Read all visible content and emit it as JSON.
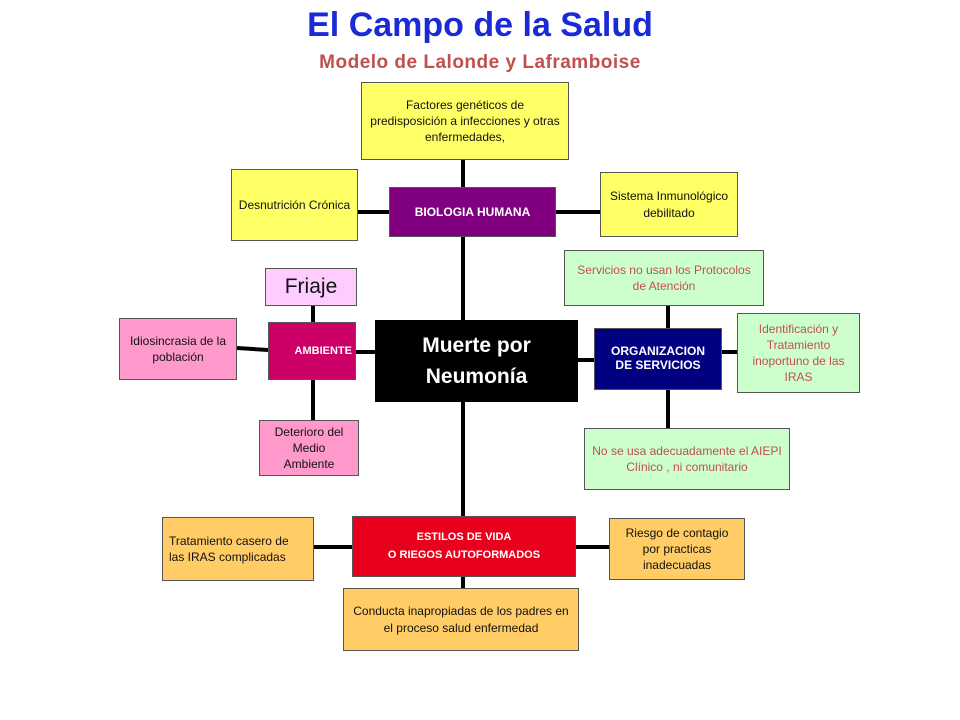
{
  "header": {
    "title": "El Campo de la Salud",
    "subtitle": "Modelo de Lalonde y Laframboise"
  },
  "center": {
    "line1": "Muerte por",
    "line2": "Neumonía"
  },
  "biologia": {
    "label": "BIOLOGIA HUMANA",
    "factores": "Factores genéticos de predisposición a infecciones y otras enfermedades,",
    "desnutricion": "Desnutrición Crónica",
    "sistema": "Sistema Inmunológico debilitado"
  },
  "ambiente": {
    "label": "AMBIENTE",
    "friaje": "Friaje",
    "idiosincrasia": "Idiosincrasia de la población",
    "deterioro": "Deterioro del Medio Ambiente"
  },
  "organizacion": {
    "line1": "ORGANIZACION",
    "line2": "DE SERVICIOS",
    "servicios": "Servicios no usan los Protocolos de Atención",
    "identificacion": "Identificación y Tratamiento inoportuno de las IRAS",
    "aiepi": "No se usa adecuadamente el AIEPI Clínico , ni comunitario"
  },
  "estilos": {
    "line1": "ESTILOS DE VIDA",
    "line2": "O RIEGOS AUTOFORMADOS",
    "tratamiento": "Tratamiento casero de las IRAS complicadas",
    "riesgo": "Riesgo de contagio por practicas inadecuadas",
    "conducta": "Conducta inapropiadas de los padres en el proceso salud enfermedad"
  },
  "colors": {
    "title": "#1a2ad6",
    "subtitle": "#c0504d",
    "biologia": "#800080",
    "ambiente": "#cc0066",
    "organizacion": "#000080",
    "estilos": "#e8001c",
    "yellow": "#ffff66",
    "green": "#ccffcc",
    "pink": "#ff99cc",
    "orange": "#ffcc66"
  }
}
